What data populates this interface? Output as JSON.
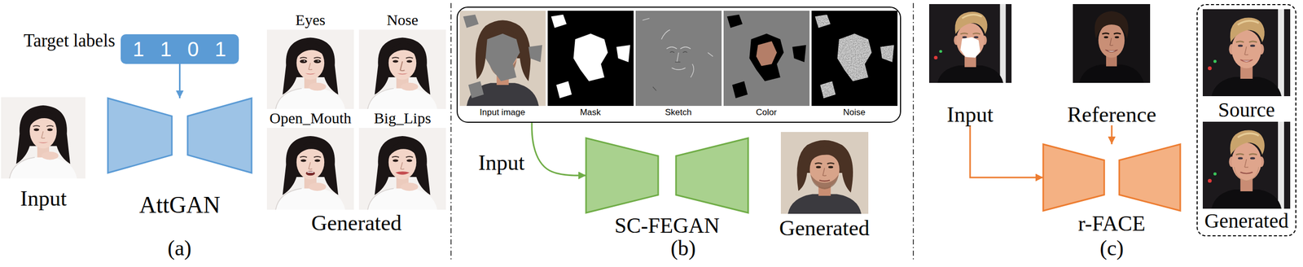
{
  "diagram": {
    "nodes": [
      {
        "text": [
          "1 1 0 1"
        ]
      },
      {
        "text": [
          "AttGAN"
        ]
      },
      {
        "text": [
          "Input image",
          "Mask",
          "Sketch",
          "Color",
          "Noise"
        ]
      },
      {
        "text": [
          "SC-FEGAN"
        ]
      },
      {
        "text": [
          "Input"
        ]
      },
      {
        "text": [
          "Reference"
        ]
      },
      {
        "text": [
          "r-FACE"
        ]
      },
      {
        "text": [
          "Source",
          "Generated"
        ]
      }
    ],
    "edges": [
      {
        "from": 0,
        "to": 1,
        "arrow": "to"
      },
      {
        "from": 2,
        "to": 3,
        "arrow": "to",
        "label": "Input"
      },
      {
        "from": 4,
        "to": 6,
        "arrow": "to"
      },
      {
        "from": 5,
        "to": 6,
        "arrow": "to"
      }
    ],
    "labels": [
      "Target labels",
      "Input",
      "Eyes",
      "Nose",
      "Open_Mouth",
      "Big_Lips",
      "Generated",
      "(a)",
      "Generated",
      "(b)",
      "(c)"
    ]
  }
}
